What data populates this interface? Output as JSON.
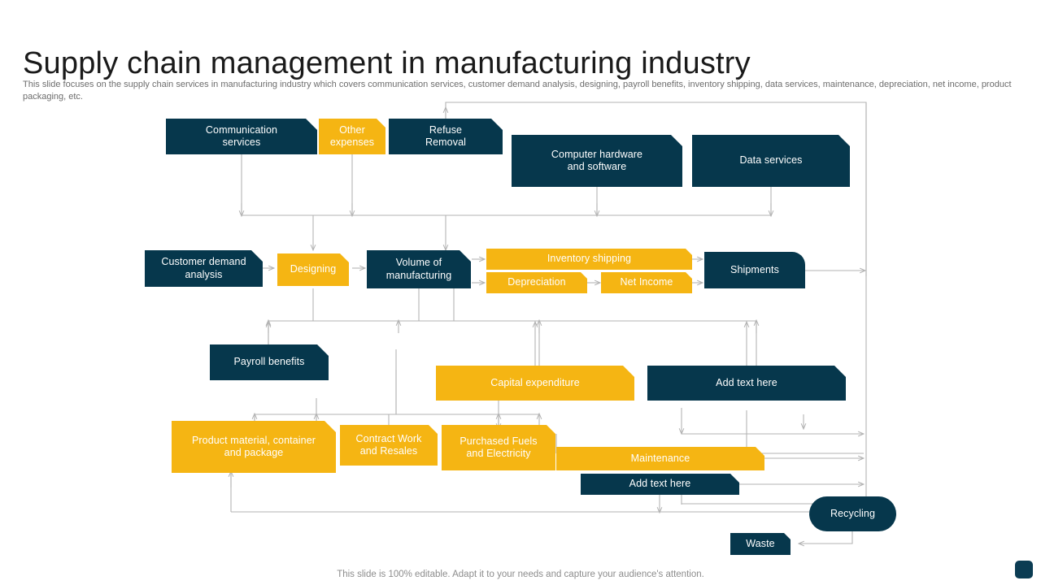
{
  "header": {
    "title": "Supply chain management in manufacturing industry",
    "subtitle": "This slide focuses on the supply chain services in manufacturing industry which covers communication services, customer demand analysis, designing, payroll benefits, inventory shipping, data services, maintenance, depreciation, net income, product packaging, etc."
  },
  "footer": {
    "note": "This slide is 100% editable. Adapt it to your needs and capture your audience's attention."
  },
  "colors": {
    "navy": "#06374c",
    "gold": "#f5b513",
    "wire": "#b3b3b3",
    "title": "#1a1a1a",
    "subtitle": "#6d6d6d",
    "footer": "#8c8c8c",
    "slide_background": "#ffffff"
  },
  "diagram": {
    "type": "flowchart",
    "nodes": [
      {
        "id": "communication-services",
        "label": "Communication\nservices",
        "style": "navy",
        "shape": "chamfer"
      },
      {
        "id": "other-expenses",
        "label": "Other\nexpenses",
        "style": "gold",
        "shape": "chamfer"
      },
      {
        "id": "refuse-removal",
        "label": "Refuse\nRemoval",
        "style": "navy",
        "shape": "chamfer"
      },
      {
        "id": "computer-hardware-and-software",
        "label": "Computer hardware\nand software",
        "style": "navy",
        "shape": "chamfer"
      },
      {
        "id": "data-services",
        "label": "Data services",
        "style": "navy",
        "shape": "chamfer"
      },
      {
        "id": "customer-demand-analysis",
        "label": "Customer demand\nanalysis",
        "style": "navy",
        "shape": "chamfer"
      },
      {
        "id": "designing",
        "label": "Designing",
        "style": "gold",
        "shape": "chamfer"
      },
      {
        "id": "volume-of-manufacturing",
        "label": "Volume of\nmanufacturing",
        "style": "navy",
        "shape": "chamfer"
      },
      {
        "id": "inventory-shipping",
        "label": "Inventory  shipping",
        "style": "gold",
        "shape": "chamfer"
      },
      {
        "id": "depreciation",
        "label": "Depreciation",
        "style": "gold",
        "shape": "chamfer"
      },
      {
        "id": "net-income",
        "label": "Net Income",
        "style": "gold",
        "shape": "chamfer"
      },
      {
        "id": "shipments",
        "label": "Shipments",
        "style": "navy",
        "shape": "rounded-top-right"
      },
      {
        "id": "payroll-benefits",
        "label": "Payroll benefits",
        "style": "navy",
        "shape": "chamfer"
      },
      {
        "id": "capital-expenditure",
        "label": "Capital expenditure",
        "style": "gold",
        "shape": "chamfer"
      },
      {
        "id": "add-text-here-right",
        "label": "Add text here",
        "style": "navy",
        "shape": "chamfer"
      },
      {
        "id": "product-material-container-and-package",
        "label": "Product material, container\nand package",
        "style": "gold",
        "shape": "chamfer"
      },
      {
        "id": "contract-work-and-resales",
        "label": "Contract Work\nand Resales",
        "style": "gold",
        "shape": "chamfer"
      },
      {
        "id": "purchased-fuels-and-electricity",
        "label": "Purchased Fuels\nand Electricity",
        "style": "gold",
        "shape": "chamfer"
      },
      {
        "id": "maintenance",
        "label": "Maintenance",
        "style": "gold",
        "shape": "chamfer"
      },
      {
        "id": "add-text-here-bottom",
        "label": "Add text here",
        "style": "navy",
        "shape": "chamfer"
      },
      {
        "id": "recycling",
        "label": "Recycling",
        "style": "navy",
        "shape": "pill"
      },
      {
        "id": "waste",
        "label": "Waste",
        "style": "navy",
        "shape": "chamfer"
      }
    ]
  }
}
